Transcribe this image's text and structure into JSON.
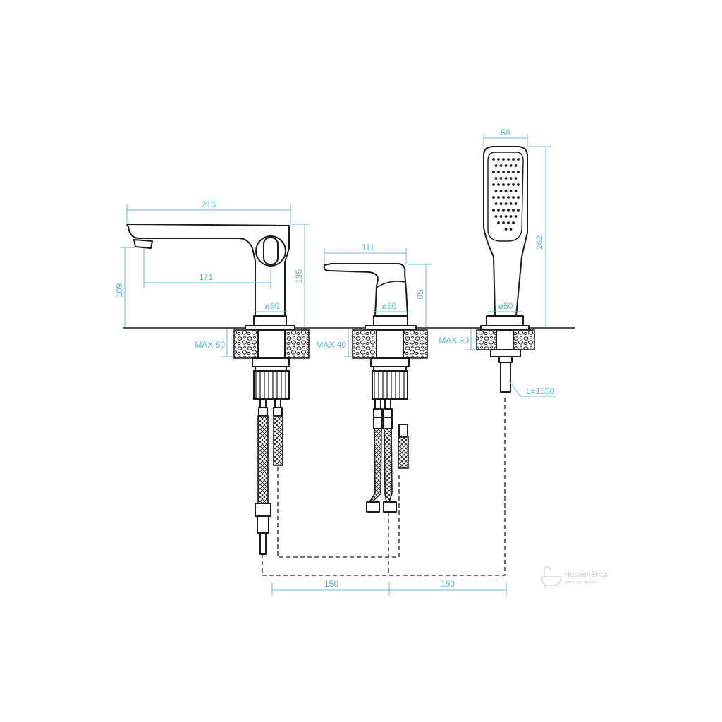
{
  "dimensions": {
    "spout_length": "215",
    "spout_reach": "171",
    "spout_outlet_height": "109",
    "spout_height": "135",
    "spout_base_dia": "ø50",
    "mixer_lever_length": "111",
    "mixer_height": "85",
    "mixer_base_dia": "ø50",
    "shower_width": "58",
    "shower_height": "262",
    "shower_base_dia": "ø50",
    "deck_max_spout": "MAX 60",
    "deck_max_mixer": "MAX 40",
    "deck_max_shower": "MAX 30",
    "hose_length": "L=1500",
    "spacing_left": "150",
    "spacing_right": "150"
  },
  "watermark": {
    "brand": "HeavenShop",
    "tagline": "luxury you deserve"
  },
  "colors": {
    "dimension": "#6bbbd9",
    "ink": "#1a1a1a"
  }
}
